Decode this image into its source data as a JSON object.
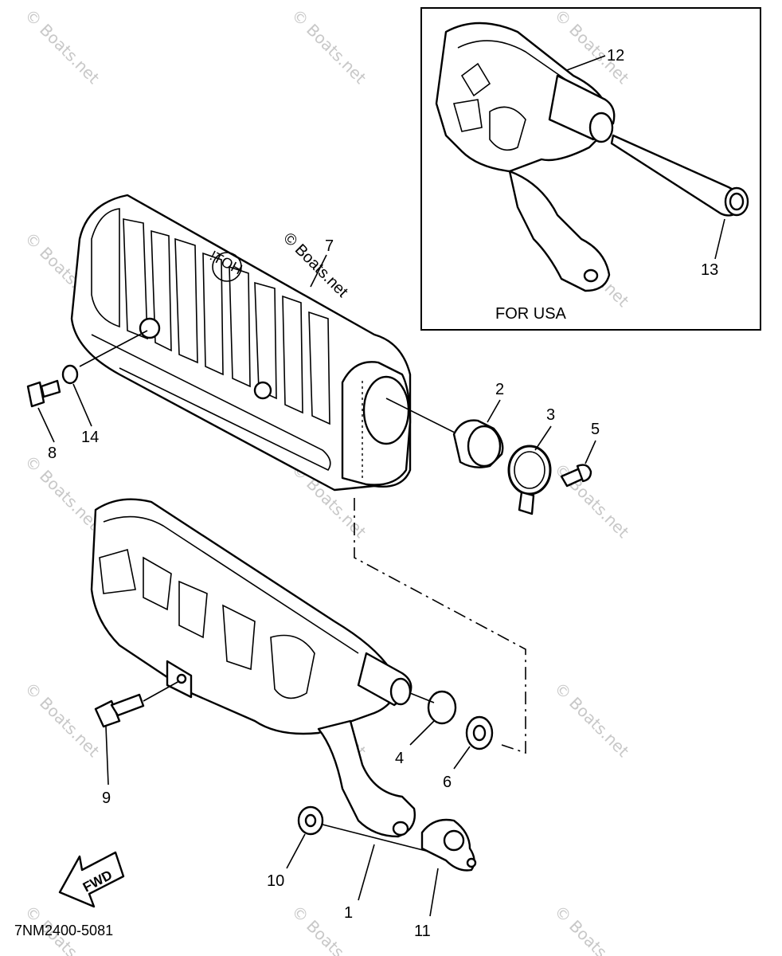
{
  "callouts": {
    "c1": "1",
    "c2": "2",
    "c3": "3",
    "c4": "4",
    "c5": "5",
    "c6": "6",
    "c7": "7",
    "c8": "8",
    "c9": "9",
    "c10": "10",
    "c11": "11",
    "c12": "12",
    "c13": "13",
    "c14": "14"
  },
  "inset": {
    "label": "FOR USA"
  },
  "heatshield_text": "HOT!",
  "fwd_label": "FWD",
  "diagram_code": "7NM2400-5081",
  "copyright_mark": "© Boats.net",
  "watermark": "© Boats.net"
}
